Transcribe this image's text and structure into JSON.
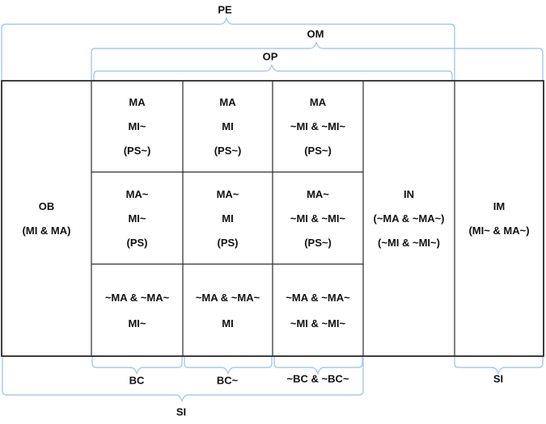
{
  "colors": {
    "brace": "#A8CBE9",
    "border": "#2b2b2b",
    "text": "#111111",
    "background": "#ffffff"
  },
  "braces": {
    "pe": {
      "label": "PE"
    },
    "om": {
      "label": "OM"
    },
    "op": {
      "label": "OP"
    },
    "bc": {
      "label": "BC"
    },
    "bc_not": {
      "label": "BC~"
    },
    "bc_neither": {
      "label": "~BC & ~BC~"
    },
    "si_right": {
      "label": "SI"
    },
    "si_bottom": {
      "label": "SI"
    }
  },
  "table": {
    "ob": {
      "lines": [
        "OB",
        "(MI & MA)"
      ]
    },
    "in": {
      "lines": [
        "IN",
        "(~MA & ~MA~)",
        "(~MI & ~MI~)"
      ]
    },
    "im": {
      "lines": [
        "IM",
        "(MI~ & MA~)"
      ]
    },
    "grid": {
      "r1c1": {
        "lines": [
          "MA",
          "MI~",
          "(PS~)"
        ]
      },
      "r1c2": {
        "lines": [
          "MA",
          "MI",
          "(PS~)"
        ]
      },
      "r1c3": {
        "lines": [
          "MA",
          "~MI & ~MI~",
          "(PS~)"
        ]
      },
      "r2c1": {
        "lines": [
          "MA~",
          "MI~",
          "(PS)"
        ]
      },
      "r2c2": {
        "lines": [
          "MA~",
          "MI",
          "(PS)"
        ]
      },
      "r2c3": {
        "lines": [
          "MA~",
          "~MI & ~MI~",
          "(PS~)"
        ]
      },
      "r3c1": {
        "lines": [
          "~MA & ~MA~",
          "MI~"
        ]
      },
      "r3c2": {
        "lines": [
          "~MA & ~MA~",
          "MI"
        ]
      },
      "r3c3": {
        "lines": [
          "~MA & ~MA~",
          "~MI & ~MI~"
        ]
      }
    }
  }
}
